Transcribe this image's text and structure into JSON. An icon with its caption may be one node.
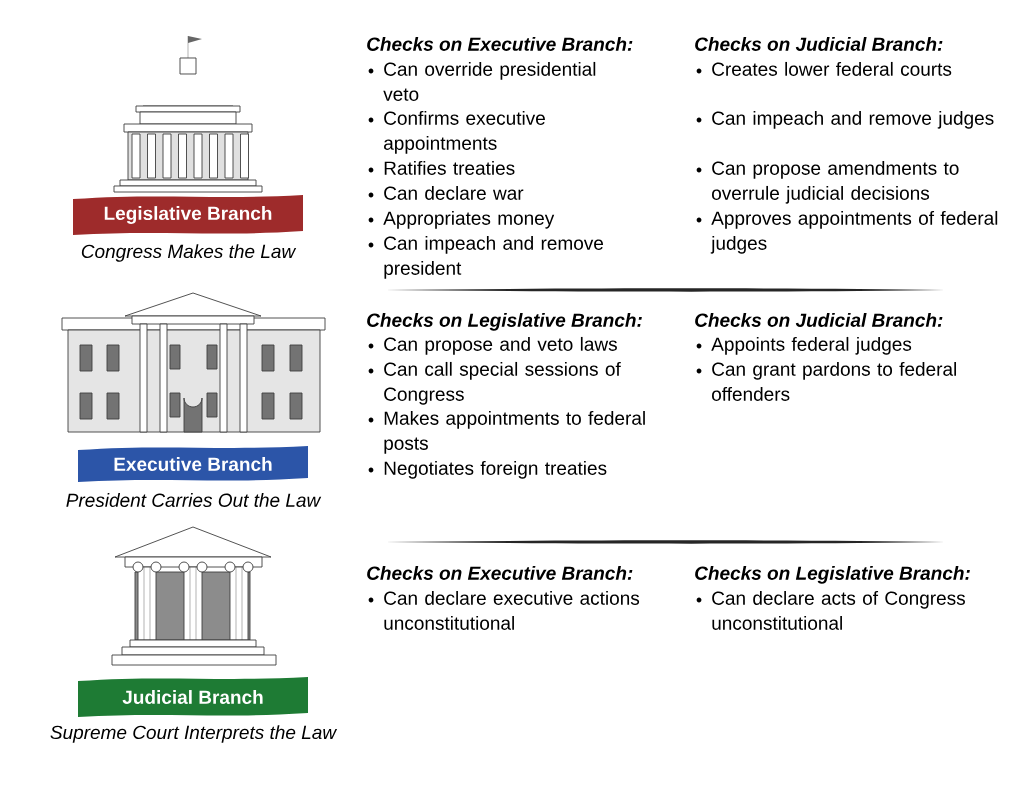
{
  "diagram": {
    "nodes": [
      {
        "text": [
          "Legislative Branch"
        ],
        "beside": [
          "Congress Makes the Law"
        ]
      },
      {
        "text": [
          "Executive Branch"
        ],
        "beside": [
          "President Carries Out the Law"
        ]
      },
      {
        "text": [
          "Judicial Branch"
        ],
        "beside": [
          "Supreme Court Interprets the Law"
        ]
      }
    ],
    "labels": [
      "Checks on Executive Branch:",
      "Can override presidential veto",
      "Confirms executive appointments",
      "Ratifies treaties",
      "Can declare war",
      "Appropriates money",
      "Can impeach and remove president",
      "Checks on Judicial Branch:",
      "Creates lower federal courts",
      "Can impeach and remove judges",
      "Can propose amendments to overrule judicial decisions",
      "Approves appointments of federal judges",
      "Checks on Legislative Branch:",
      "Can propose and veto laws",
      "Can call special sessions of Congress",
      "Makes appointments to federal posts",
      "Negotiates foreign treaties",
      "Checks on Judicial Branch:",
      "Appoints federal judges",
      "Can grant pardons to federal offenders",
      "Checks on Executive Branch:",
      "Can declare executive actions unconstitutional",
      "Checks on Legislative Branch:",
      "Can declare acts of Congress unconstitutional"
    ]
  }
}
